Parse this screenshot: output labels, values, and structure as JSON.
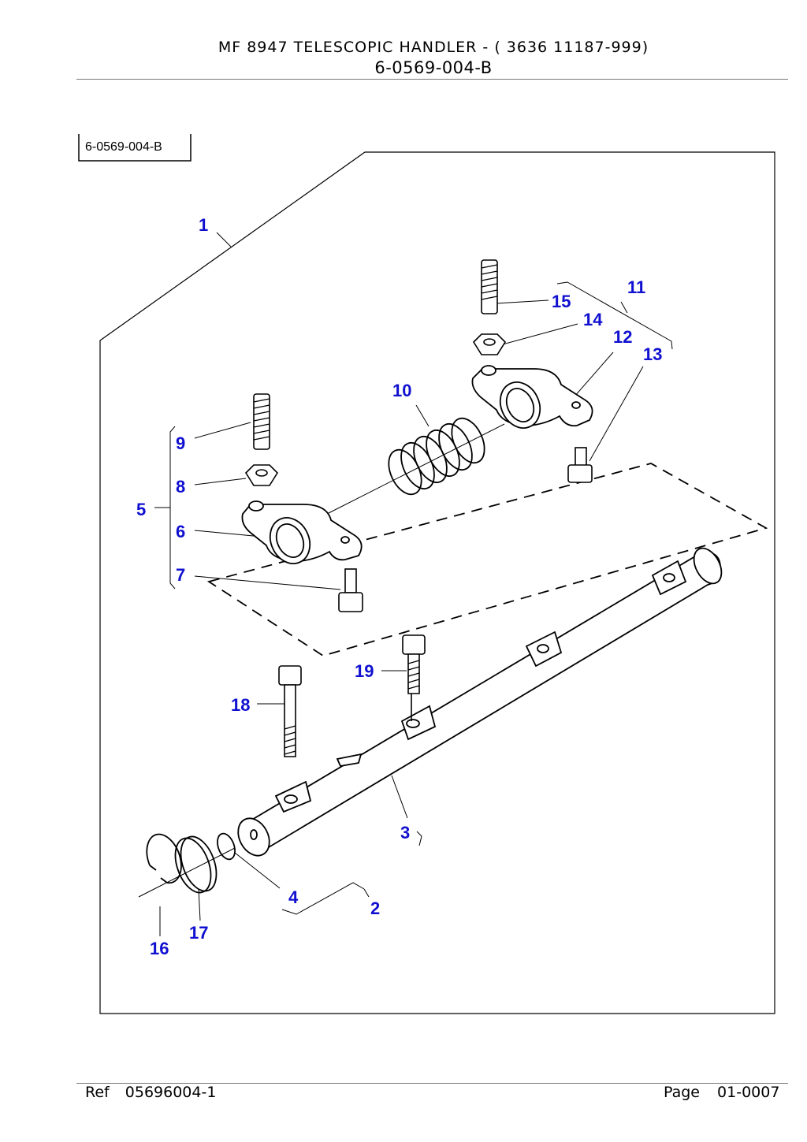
{
  "header": {
    "title": "MF 8947   TELESCOPIC HANDLER  -  ( 3636 11187-999)",
    "subtitle": "6-0569-004-B"
  },
  "diagram": {
    "ref_label": "6-0569-004-B",
    "callout_color": "#1010d0",
    "callouts": [
      "1",
      "2",
      "3",
      "4",
      "5",
      "6",
      "7",
      "8",
      "9",
      "10",
      "11",
      "12",
      "13",
      "14",
      "15",
      "16",
      "17",
      "18",
      "19"
    ]
  },
  "footer": {
    "ref_label": "Ref",
    "ref_value": "05696004-1",
    "page_label": "Page",
    "page_value": "01-0007"
  }
}
